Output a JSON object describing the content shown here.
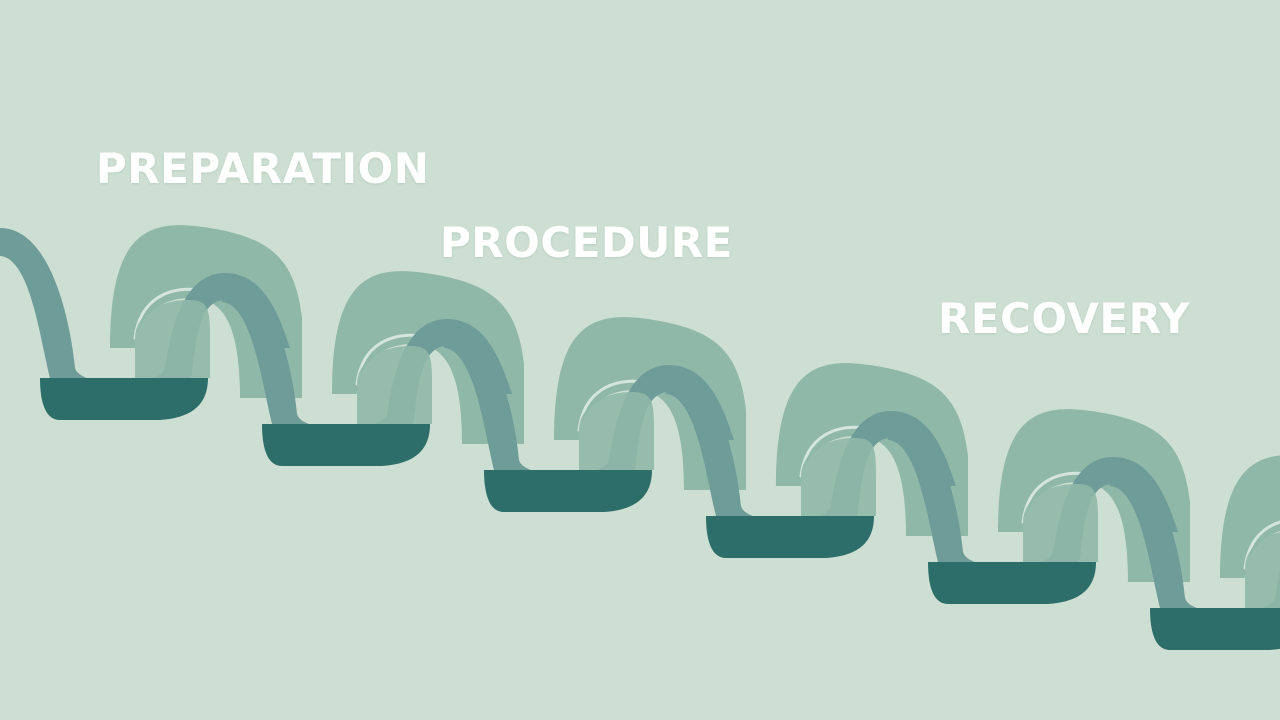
{
  "labels": {
    "preparation": "PREPARATION",
    "procedure": "PROCEDURE",
    "recovery": "RECOVERY"
  },
  "colors": {
    "background": "#cddfd2",
    "ribbon_light": "#8fb8a8",
    "ribbon_mid": "#6e9c98",
    "ribbon_dark": "#2d6e6a",
    "highlight": "#e6f0ea",
    "text": "#ffffff"
  },
  "graphic": {
    "icon": "wavy-ribbon-illustration",
    "wave_count": 6
  }
}
